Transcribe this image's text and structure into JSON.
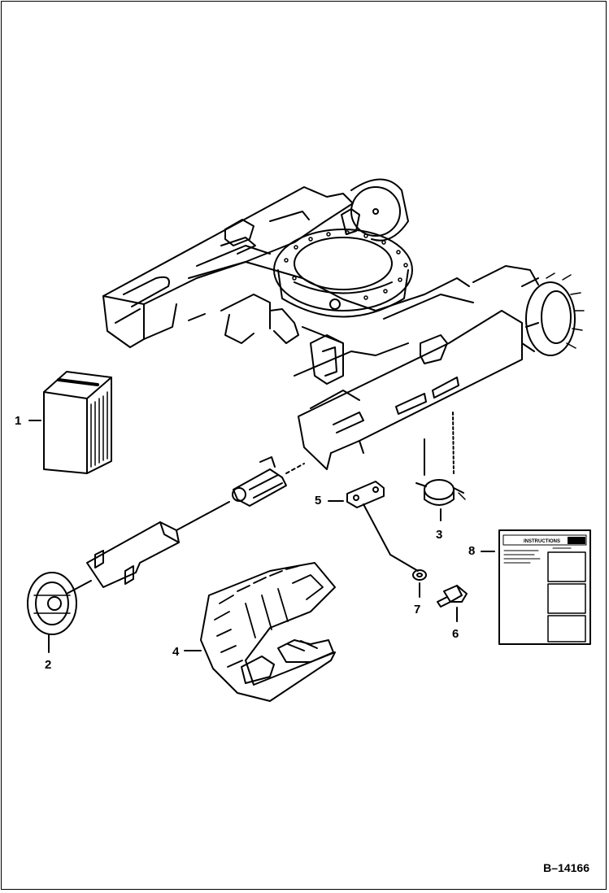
{
  "figure": {
    "reference": "B–14166",
    "callouts": [
      {
        "id": "1",
        "label": "1"
      },
      {
        "id": "2",
        "label": "2"
      },
      {
        "id": "3",
        "label": "3"
      },
      {
        "id": "4",
        "label": "4"
      },
      {
        "id": "5",
        "label": "5"
      },
      {
        "id": "6",
        "label": "6"
      },
      {
        "id": "7",
        "label": "7"
      },
      {
        "id": "8",
        "label": "8"
      }
    ],
    "decal_title": "INSTRUCTIONS"
  }
}
